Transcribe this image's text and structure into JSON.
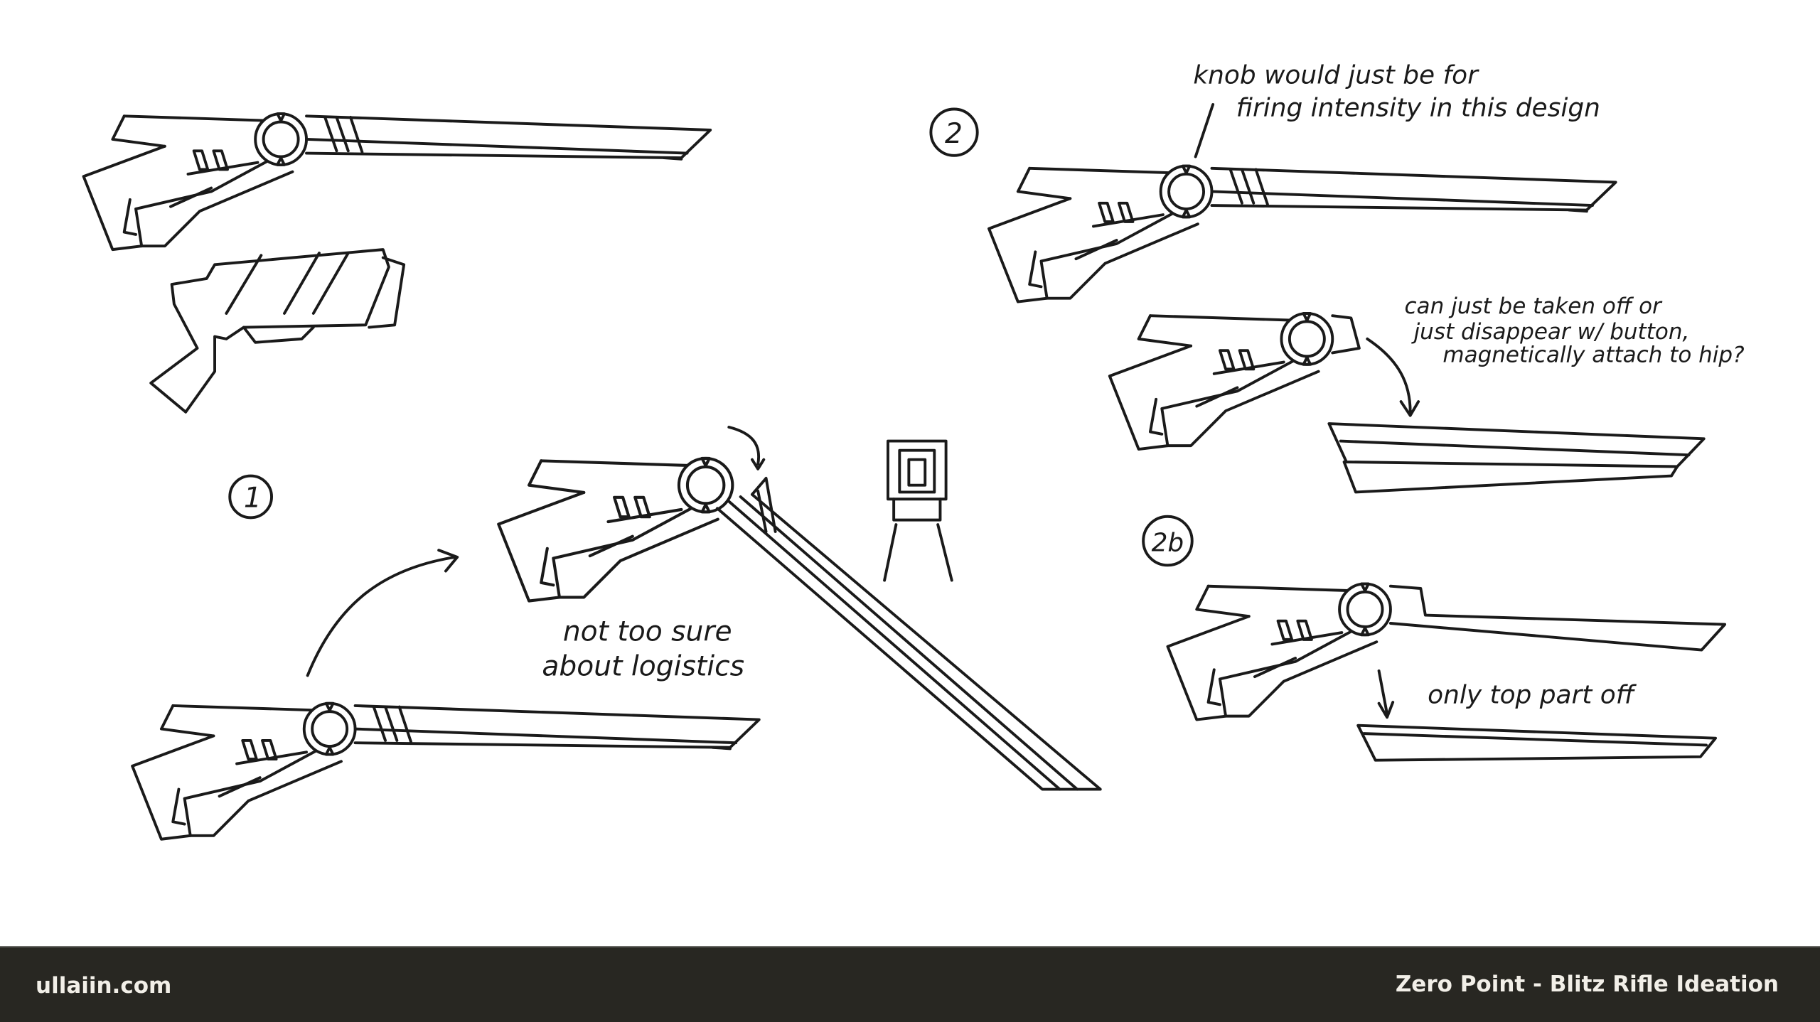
{
  "footer": {
    "site": "ullaiin.com",
    "title": "Zero Point -  Blitz Rifle Ideation"
  },
  "labels": {
    "variant_1": "1",
    "variant_2": "2",
    "variant_2b": "2b"
  },
  "notes": {
    "knob_line1": "knob would just be for",
    "knob_line2": "firing intensity  in this design",
    "logistics_line1": "not too sure",
    "logistics_line2": "about logistics",
    "detach_line1": "can just be taken off or",
    "detach_line2": "just disappear w/ button,",
    "detach_line3": "magnetically attach to hip?",
    "top_part": "only top part off"
  }
}
